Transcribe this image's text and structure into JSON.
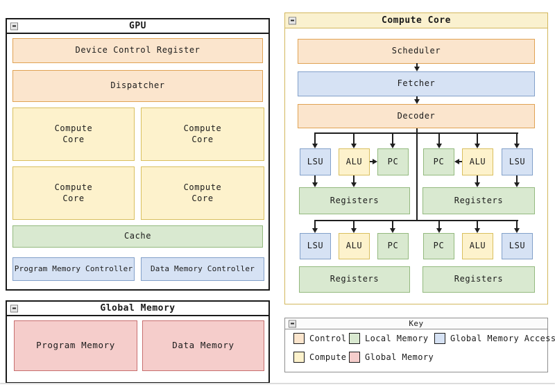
{
  "colors": {
    "control_fill": "#FBE5CD",
    "control_border": "#E0A253",
    "compute_fill": "#FDF2CC",
    "compute_border": "#D9BF5E",
    "local_memory_fill": "#D9E9D0",
    "local_memory_border": "#93B97E",
    "global_access_fill": "#D6E2F4",
    "global_access_border": "#82A0C9",
    "global_memory_fill": "#F5CDCB",
    "global_memory_border": "#C76E6E",
    "panel_border": "#1A1A1A",
    "cc_title_fill": "#FAF1CF",
    "cc_border": "#D2B75C",
    "key_border": "#8F8F8F",
    "arrow": "#1F1F1F"
  },
  "gpu": {
    "title": "GPU",
    "blocks": {
      "device_control_register": "Device Control Register",
      "dispatcher": "Dispatcher",
      "compute_core": "Compute\nCore",
      "cache": "Cache",
      "program_memory_controller": "Program Memory Controller",
      "data_memory_controller": "Data Memory Controller"
    }
  },
  "global_memory": {
    "title": "Global Memory",
    "blocks": {
      "program_memory": "Program Memory",
      "data_memory": "Data Memory"
    }
  },
  "compute_core": {
    "title": "Compute Core",
    "blocks": {
      "scheduler": "Scheduler",
      "fetcher": "Fetcher",
      "decoder": "Decoder",
      "registers": "Registers"
    },
    "units_row1": [
      "LSU",
      "ALU",
      "PC",
      "PC",
      "ALU",
      "LSU"
    ],
    "units_row2": [
      "LSU",
      "ALU",
      "PC",
      "PC",
      "ALU",
      "LSU"
    ]
  },
  "key": {
    "title": "Key",
    "items": [
      {
        "label": "Control"
      },
      {
        "label": "Local Memory"
      },
      {
        "label": "Global Memory Access"
      },
      {
        "label": "Compute"
      },
      {
        "label": "Global Memory"
      }
    ]
  }
}
